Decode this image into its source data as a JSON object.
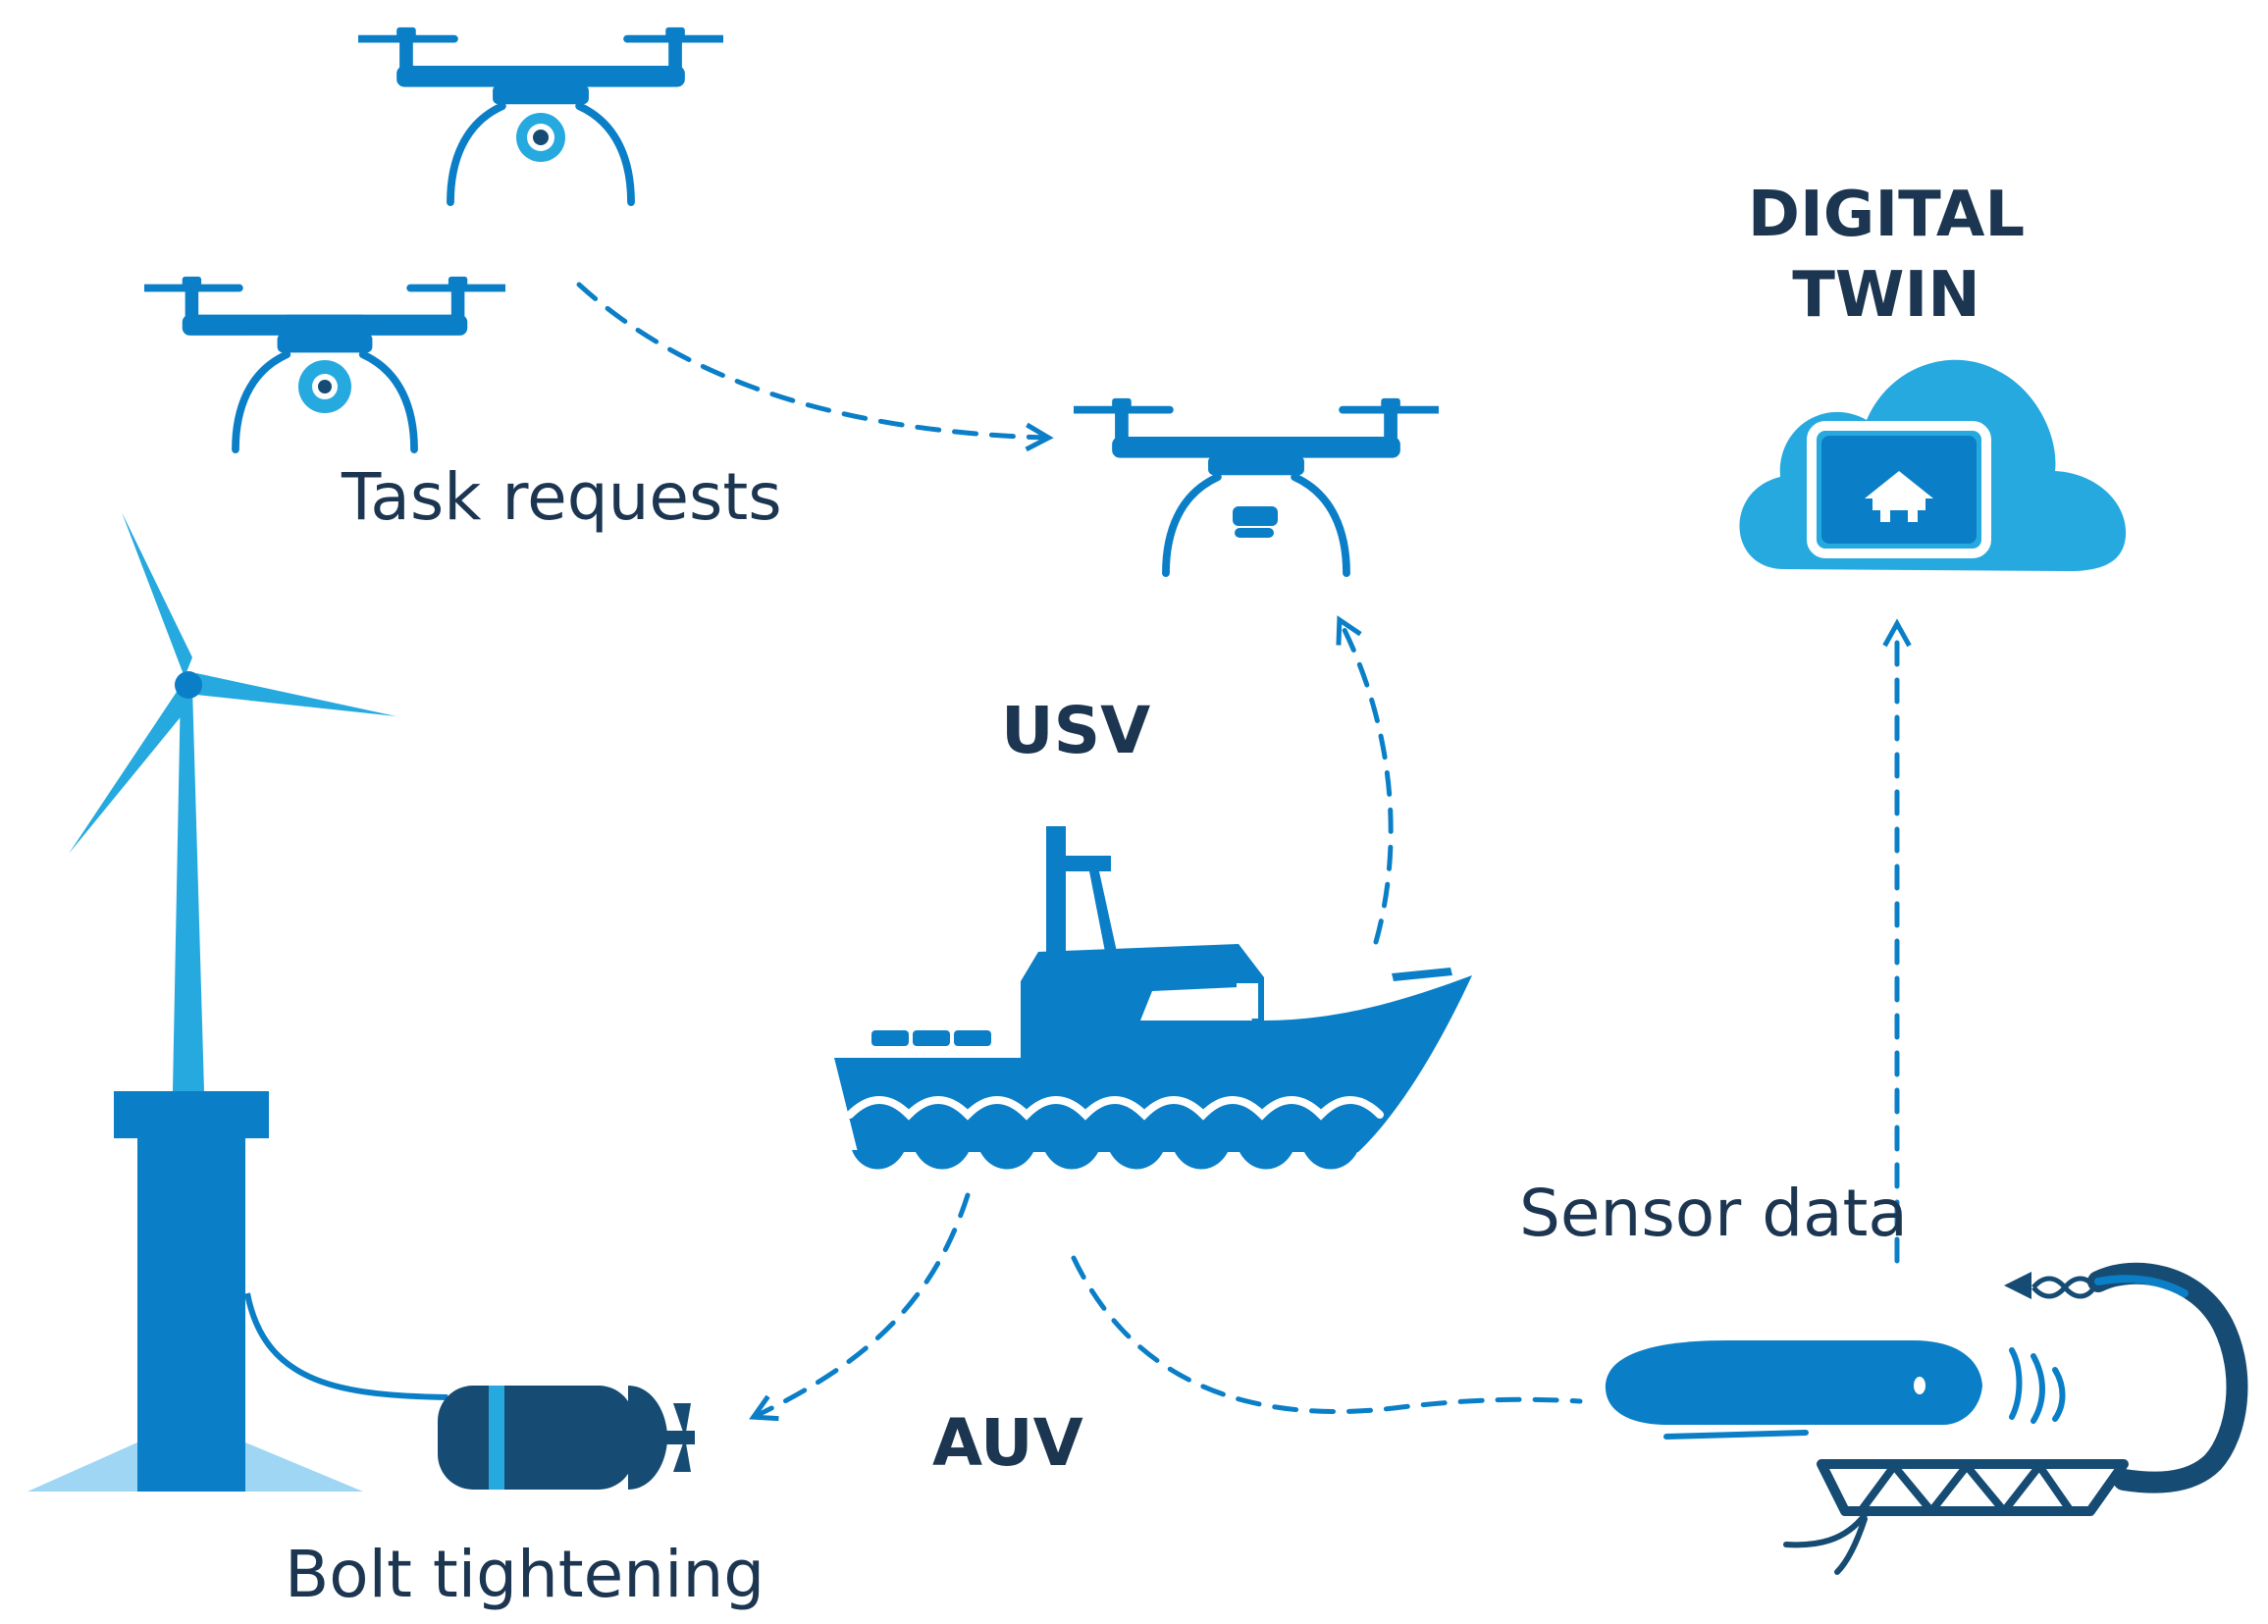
{
  "colors": {
    "primary": "#0a7fc7",
    "light": "#26a9df",
    "dark": "#164c73",
    "text": "#1c3550",
    "white": "#ffffff"
  },
  "labels": {
    "task_requests": "Task requests",
    "usv": "USV",
    "auv": "AUV",
    "sensor_data": "Sensor data",
    "bolt_tightening": "Bolt tightening",
    "digital_twin_line1": "DIGITAL",
    "digital_twin_line2": "TWIN"
  },
  "icons": {
    "drone_top": "quadcopter-drone-icon",
    "drone_left": "quadcopter-drone-icon",
    "drone_center": "quadcopter-drone-icon",
    "boat": "usv-boat-icon",
    "wind_turbine": "offshore-wind-turbine-icon",
    "auv_left": "auv-torpedo-icon",
    "auv_right": "auv-vehicle-icon",
    "rov_arm": "rov-manipulator-icon",
    "cloud": "digital-twin-cloud-icon"
  }
}
